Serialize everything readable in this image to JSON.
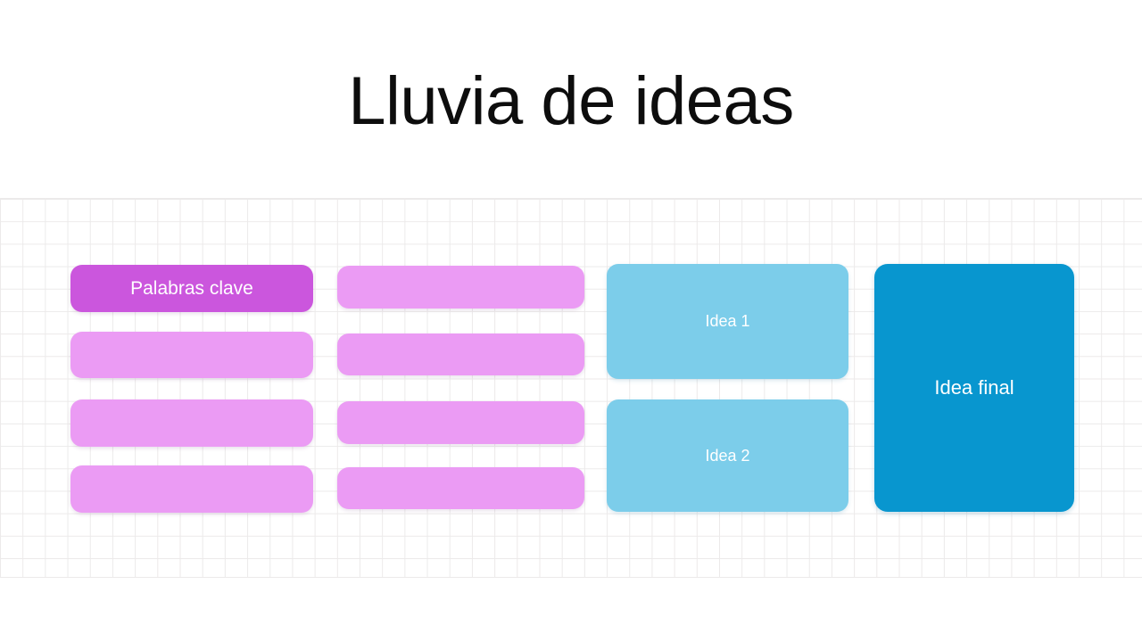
{
  "slide": {
    "title": "Lluvia de ideas",
    "background_color": "#ffffff",
    "grid_line_color": "#eceaea"
  },
  "colors": {
    "keyword_accent": "#cb56dd",
    "keyword_light": "#eb9bf4",
    "idea_blue": "#7ccdea",
    "final_blue": "#0896cf",
    "label_text": "#ffffff",
    "title_text": "#0d0d0d"
  },
  "columns": {
    "keywords": {
      "name": "keywords-column",
      "items": [
        {
          "label": "Palabras clave",
          "filled": true
        },
        {
          "label": "",
          "filled": false
        },
        {
          "label": "",
          "filled": false
        },
        {
          "label": "",
          "filled": false
        }
      ]
    },
    "secondary": {
      "name": "secondary-column",
      "items": [
        {
          "label": "",
          "filled": false
        },
        {
          "label": "",
          "filled": false
        },
        {
          "label": "",
          "filled": false
        },
        {
          "label": "",
          "filled": false
        }
      ]
    },
    "ideas": {
      "name": "ideas-column",
      "items": [
        {
          "label": "Idea 1"
        },
        {
          "label": "Idea 2"
        }
      ]
    },
    "final": {
      "name": "final-idea-column",
      "items": [
        {
          "label": "Idea final"
        }
      ]
    }
  }
}
